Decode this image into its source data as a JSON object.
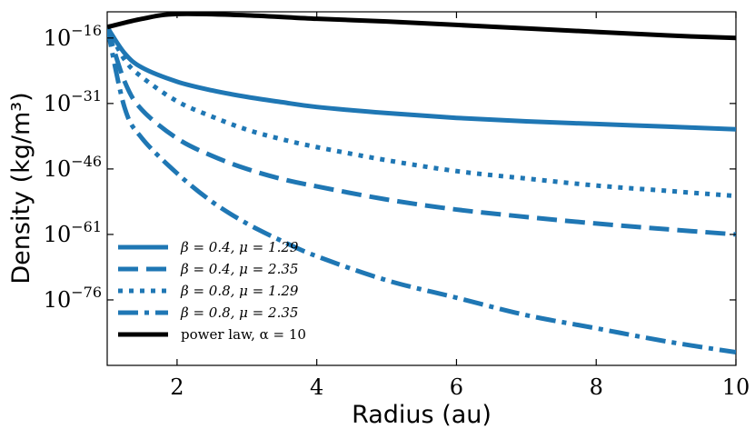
{
  "chart_data": {
    "type": "line",
    "title": "",
    "xlabel": "Radius (au)",
    "ylabel": "Density (kg/m³)",
    "xlim": [
      1,
      10
    ],
    "ylim_log10": [
      -91,
      -10
    ],
    "y_scale": "log",
    "x_ticks": [
      2,
      4,
      6,
      8,
      10
    ],
    "x_tick_labels": [
      "2",
      "4",
      "6",
      "8",
      "10"
    ],
    "y_tick_exponents": [
      -16,
      -31,
      -46,
      -61,
      -76
    ],
    "y_tick_base": "10",
    "y_tick_labels": [
      "−16",
      "−31",
      "−46",
      "−61",
      "−76"
    ],
    "grid": false,
    "legend_position": "bottom-left",
    "series": [
      {
        "name": "β = 0.4, μ = 1.29",
        "color": "#1f77b4",
        "style": "solid",
        "x": [
          1,
          1.25,
          1.5,
          2,
          2.5,
          3,
          3.5,
          4,
          5,
          6,
          7,
          8,
          9,
          10
        ],
        "log10_y": [
          -13.5,
          -19.5,
          -22.8,
          -26.0,
          -28.0,
          -29.5,
          -30.7,
          -31.8,
          -33.2,
          -34.3,
          -35.1,
          -35.7,
          -36.3,
          -36.9
        ]
      },
      {
        "name": "β = 0.4, μ = 2.35",
        "color": "#1f77b4",
        "style": "dashed",
        "x": [
          1,
          1.25,
          1.5,
          2,
          2.5,
          3,
          3.5,
          4,
          5,
          6,
          7,
          8,
          9,
          10
        ],
        "log10_y": [
          -13.5,
          -26.0,
          -32.5,
          -39.0,
          -43.0,
          -46.0,
          -48.3,
          -50.0,
          -53.0,
          -55.3,
          -57.0,
          -58.5,
          -59.8,
          -61.0
        ]
      },
      {
        "name": "β = 0.8, μ = 1.29",
        "color": "#1f77b4",
        "style": "dotted",
        "x": [
          1,
          1.25,
          1.5,
          2,
          2.5,
          3,
          3.5,
          4,
          5,
          6,
          7,
          8,
          9,
          10
        ],
        "log10_y": [
          -13.5,
          -21.0,
          -25.0,
          -30.5,
          -34.0,
          -37.0,
          -39.2,
          -41.0,
          -44.0,
          -46.5,
          -48.2,
          -49.8,
          -51.0,
          -52.2
        ]
      },
      {
        "name": "β = 0.8, μ = 2.35",
        "color": "#1f77b4",
        "style": "dashdot",
        "x": [
          1,
          1.25,
          1.5,
          2,
          2.5,
          3,
          3.5,
          4,
          5,
          6,
          7,
          8,
          9,
          10
        ],
        "log10_y": [
          -13.5,
          -32.0,
          -39.0,
          -47.0,
          -53.5,
          -58.5,
          -62.5,
          -66.0,
          -71.5,
          -75.5,
          -79.5,
          -82.5,
          -85.5,
          -88.0
        ]
      },
      {
        "name": "power law, α = 10",
        "color": "#000000",
        "style": "solid",
        "x": [
          1,
          1.5,
          2,
          3,
          4,
          5,
          6,
          7,
          8,
          9,
          10
        ],
        "log10_y": [
          -13.5,
          -11.6,
          -10.5,
          -10.8,
          -11.6,
          -12.2,
          -13.0,
          -13.8,
          -14.6,
          -15.4,
          -16.0
        ]
      }
    ],
    "legend": [
      {
        "label": "β = 0.4, μ = 1.29"
      },
      {
        "label": "β = 0.4, μ = 2.35"
      },
      {
        "label": "β = 0.8, μ = 1.29"
      },
      {
        "label": "β = 0.8, μ = 2.35"
      },
      {
        "label": "power law, α = 10"
      }
    ]
  }
}
